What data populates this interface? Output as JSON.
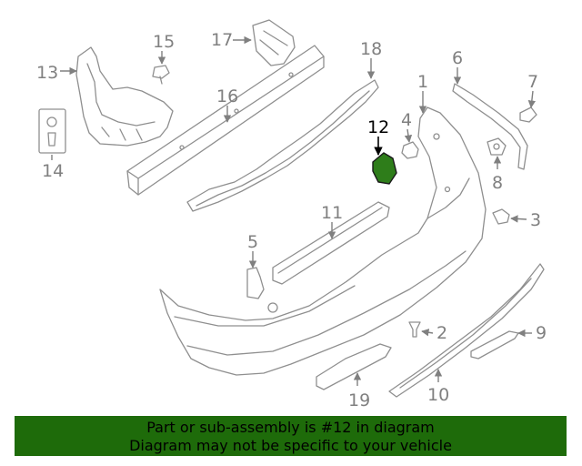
{
  "callouts": {
    "c1": "1",
    "c2": "2",
    "c3": "3",
    "c4": "4",
    "c5": "5",
    "c6": "6",
    "c7": "7",
    "c8": "8",
    "c9": "9",
    "c10": "10",
    "c11": "11",
    "c12": "12",
    "c13": "13",
    "c14": "14",
    "c15": "15",
    "c16": "16",
    "c17": "17",
    "c18": "18",
    "c19": "19"
  },
  "highlighted_part": "12",
  "colors": {
    "highlight": "#2e7d1a",
    "banner": "#1e6b0a",
    "parts": "#8f8f8f"
  },
  "banner": {
    "line1": "Part or sub-assembly is #12 in diagram",
    "line2": "Diagram may not be specific to your vehicle"
  }
}
